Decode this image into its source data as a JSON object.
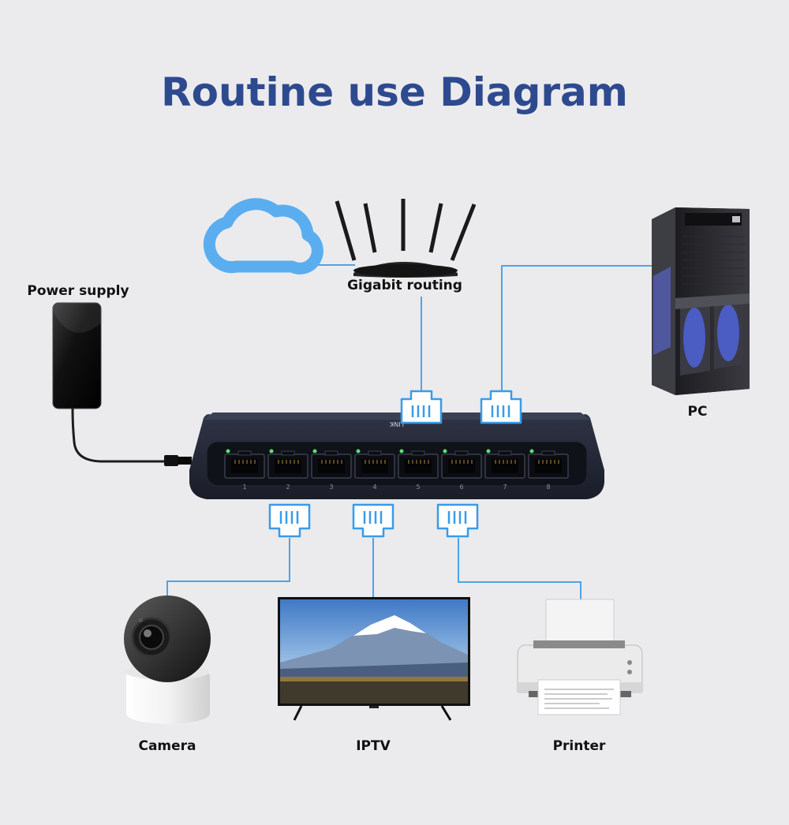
{
  "title": "Routine use Diagram",
  "labels": {
    "power_supply": "Power supply",
    "router": "Gigabit routing",
    "pc": "PC",
    "camera": "Camera",
    "iptv": "IPTV",
    "printer": "Printer"
  },
  "switch": {
    "brand": "LINK",
    "port_numbers": [
      "1",
      "2",
      "3",
      "4",
      "5",
      "6",
      "7",
      "8"
    ]
  },
  "colors": {
    "title": "#2e4a8f",
    "connector_blue": "#3b9be8",
    "cloud_blue": "#5aaef0",
    "background": "#ebebed"
  }
}
